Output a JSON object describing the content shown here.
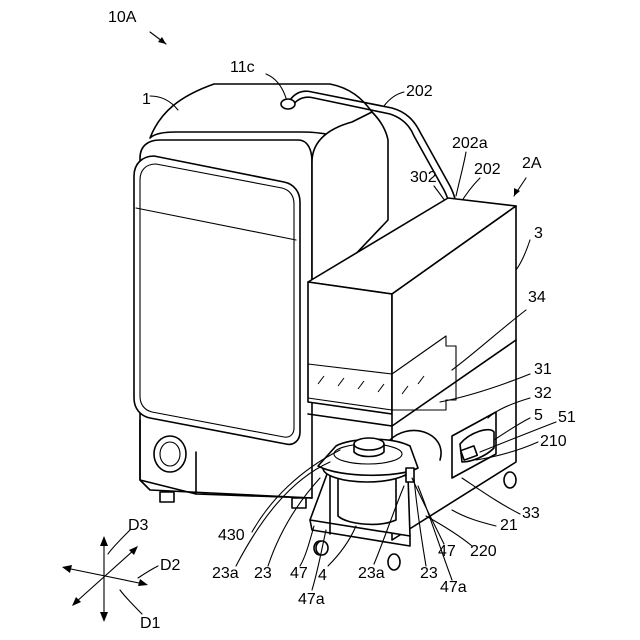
{
  "figure": {
    "title_ref": "10A",
    "labels": {
      "l_1": "1",
      "l_11c": "11c",
      "l_202_top": "202",
      "l_202a": "202a",
      "l_202_right": "202",
      "l_302": "302",
      "l_2A": "2A",
      "l_3": "3",
      "l_34": "34",
      "l_31": "31",
      "l_32": "32",
      "l_5": "5",
      "l_51": "51",
      "l_210": "210",
      "l_33": "33",
      "l_21": "21",
      "l_220": "220",
      "l_47a_r": "47a",
      "l_23_r": "23",
      "l_47_r": "47",
      "l_23a_r": "23a",
      "l_4": "4",
      "l_47_l": "47",
      "l_47a_l": "47a",
      "l_23_l": "23",
      "l_23a_l": "23a",
      "l_430": "430"
    },
    "axes": {
      "d1": "D1",
      "d2": "D2",
      "d3": "D3"
    }
  }
}
